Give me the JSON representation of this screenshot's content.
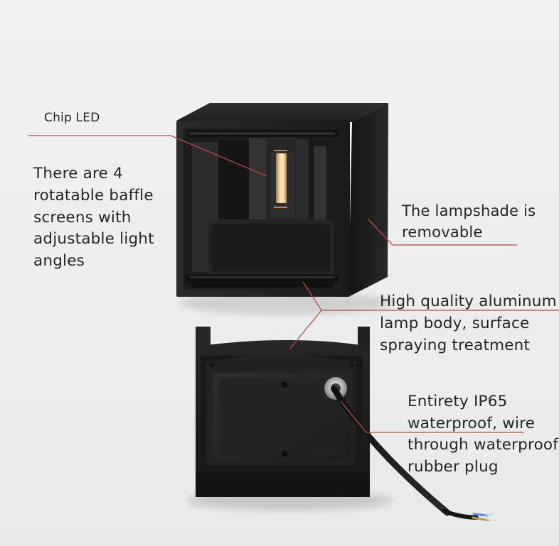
{
  "image": {
    "subject": "black-wall-lamp",
    "background_color": "#efefef",
    "callout_line_color": "#b84a4a",
    "lamp_color": "#232323"
  },
  "callouts": {
    "chip_led": "Chip LED",
    "baffle_screens": "There are 4\nrotatable baffle\nscreens with\nadjustable light\nangles",
    "lampshade": "The lampshade is\nremovable",
    "lamp_body": "High quality aluminum\nlamp body, surface\nspraying treatment",
    "waterproof": "Entirety IP65\nwaterproof, wire\nthrough waterproof\nrubber plug"
  }
}
